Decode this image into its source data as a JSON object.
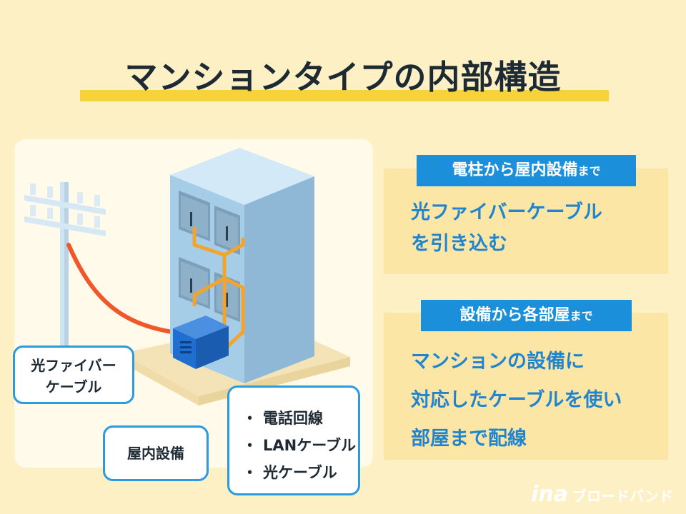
{
  "title": "マンションタイプの内部構造",
  "bubbles": {
    "fiber_line1": "光ファイバー",
    "fiber_line2": "ケーブル",
    "indoor_equipment": "屋内設備",
    "cables": [
      {
        "bullet": "・",
        "text": "電話回線"
      },
      {
        "bullet": "・",
        "text": "LANケーブル"
      },
      {
        "bullet": "・",
        "text": "光ケーブル"
      }
    ]
  },
  "panels": [
    {
      "label_main": "電柱から屋内設備",
      "label_suffix": "まで",
      "lines": [
        "光ファイバーケーブル",
        "を引き込む"
      ]
    },
    {
      "label_main": "設備から各部屋",
      "label_suffix": "まで",
      "lines": [
        "マンションの設備に",
        "対応したケーブルを使い",
        "部屋まで配線"
      ]
    }
  ],
  "logo": {
    "mark": "ina",
    "text": "ブロードバンド"
  },
  "colors": {
    "background": "#fdf0c4",
    "accent_blue": "#1b8fd9",
    "text_blue": "#2084cf",
    "underline_yellow": "#f7d23a",
    "fiber_cable": "#f0582a",
    "indoor_cable": "#f4a42a",
    "building": "#a6cde8",
    "equipment_box": "#1f6fd0"
  }
}
